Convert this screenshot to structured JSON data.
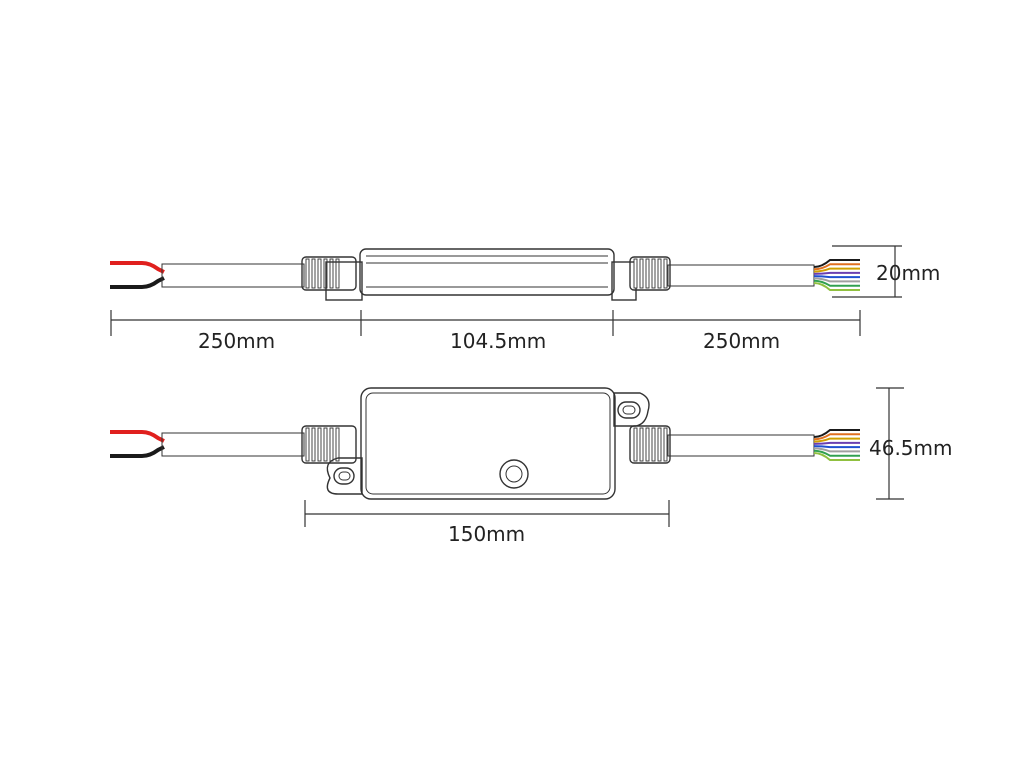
{
  "diagram": {
    "top_view": {
      "left_cable_length": "250mm",
      "body_length": "104.5mm",
      "right_cable_length": "250mm",
      "height": "20mm"
    },
    "front_view": {
      "total_length": "150mm",
      "height": "46.5mm"
    }
  },
  "wire_colors": {
    "input": [
      "#e0201e",
      "#1a1a1a"
    ],
    "output": [
      "#1a1a1a",
      "#e07020",
      "#d0a000",
      "#6a3fb0",
      "#2050d0",
      "#a0a0a0",
      "#30a050",
      "#90c040"
    ]
  }
}
